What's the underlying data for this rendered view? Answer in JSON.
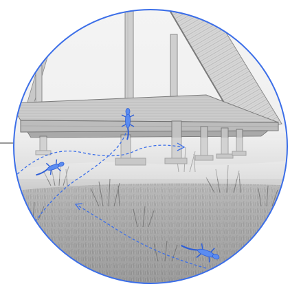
{
  "illustration": {
    "subject": "raised-wooden-deck-with-lizards",
    "palette": {
      "background": "#ffffff",
      "circle_outline": "#3b6ee8",
      "path_dash": "#3b6ee8",
      "lizard_fill": "#5b8cf0",
      "lizard_stroke": "#2f5fd6",
      "wood_light": "#d9d9d9",
      "wood_mid": "#a8a8a8",
      "wood_dark": "#6f6f6f",
      "grass_light": "#bdbdbd",
      "grass_dark": "#7c7c7c",
      "fog": "#f2f2f2"
    },
    "icons": [
      "lizard-icon",
      "dashed-path-arrow",
      "callout-leader-line"
    ]
  }
}
